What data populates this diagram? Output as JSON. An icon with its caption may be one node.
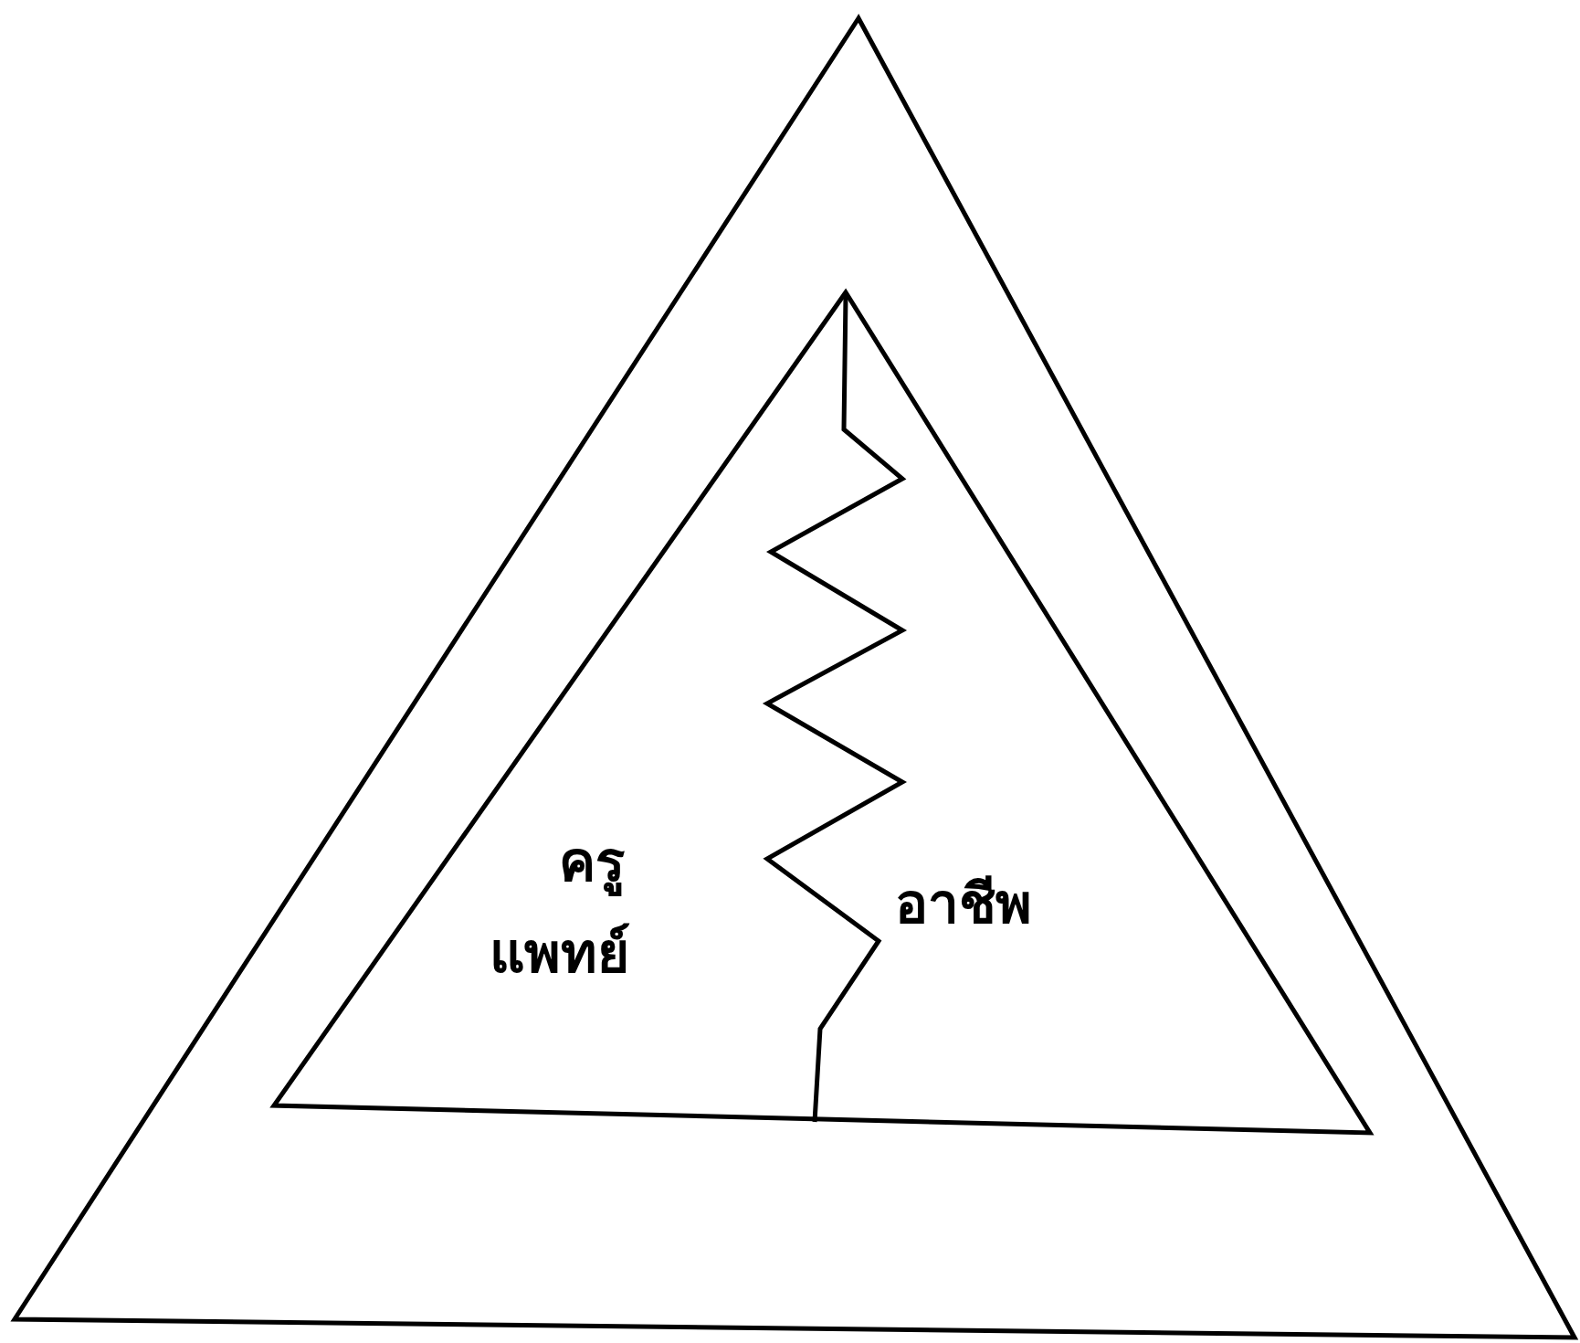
{
  "diagram": {
    "nodes": [
      {
        "text": [],
        "shape": "triangle"
      },
      {
        "text": [],
        "shape": "triangle",
        "in": 0
      }
    ],
    "labels": [
      "ครู",
      "แพทย์",
      "อาชีพ"
    ]
  }
}
